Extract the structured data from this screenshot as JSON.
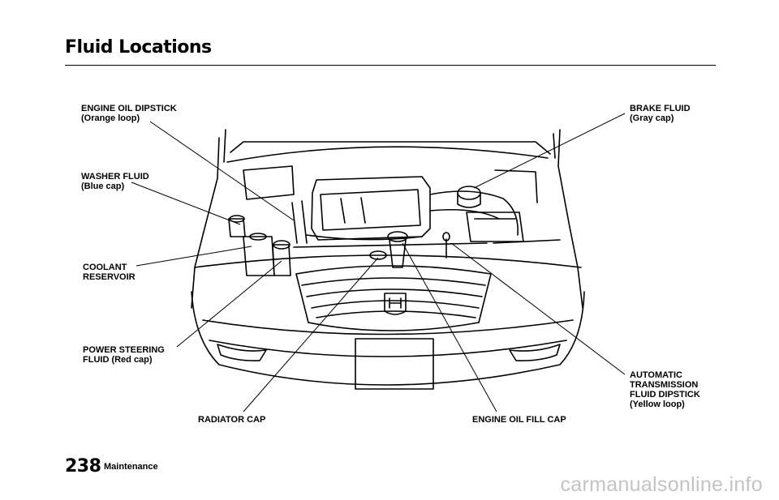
{
  "header": {
    "title": "Fluid Locations"
  },
  "callouts": {
    "engine_oil_dipstick": {
      "line1": "ENGINE OIL DIPSTICK",
      "line2": "(Orange loop)"
    },
    "washer_fluid": {
      "line1": "WASHER FLUID",
      "line2": "(Blue cap)"
    },
    "coolant_reservoir": {
      "line1": "COOLANT",
      "line2": "RESERVOIR"
    },
    "power_steering": {
      "line1": "POWER STEERING",
      "line2": "FLUID (Red cap)"
    },
    "radiator_cap": {
      "line1": "RADIATOR CAP"
    },
    "engine_oil_fill_cap": {
      "line1": "ENGINE OIL FILL CAP"
    },
    "brake_fluid": {
      "line1": "BRAKE FLUID",
      "line2": "(Gray cap)"
    },
    "atf_dipstick": {
      "line1": "AUTOMATIC",
      "line2": "TRANSMISSION",
      "line3": "FLUID DIPSTICK",
      "line4": "(Yellow loop)"
    }
  },
  "footer": {
    "page_number": "238",
    "section": "Maintenance"
  },
  "watermark": "carmanualsonline.info",
  "icons": {
    "engine_diagram": "engine-compartment-illustration"
  }
}
